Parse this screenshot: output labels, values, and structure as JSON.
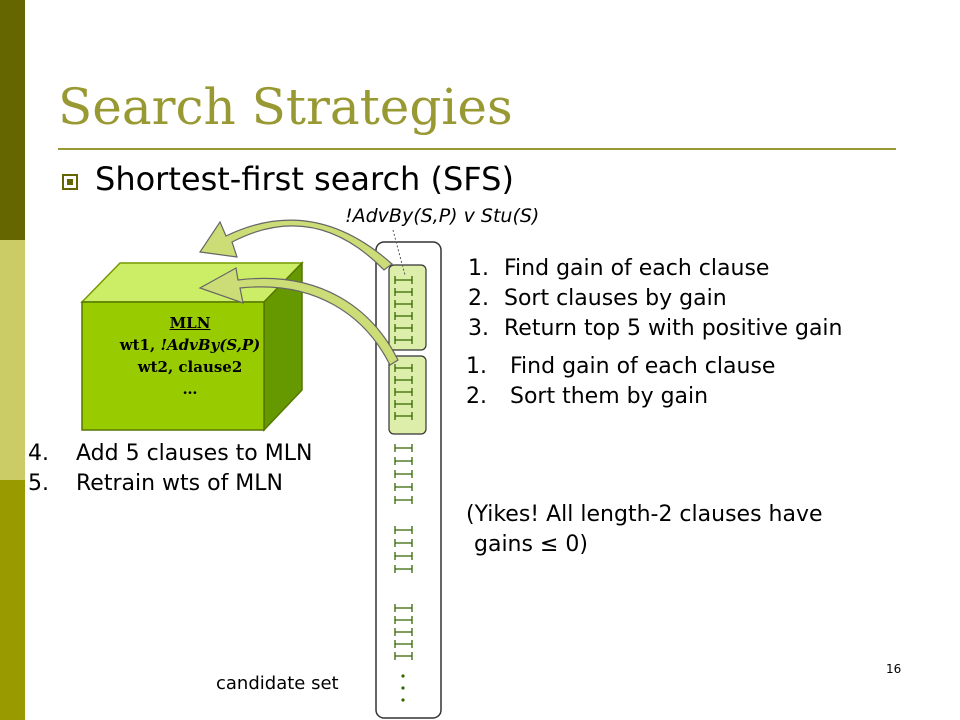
{
  "slide": {
    "title": "Search Strategies",
    "subtitle": "Shortest-first search (SFS)",
    "formula": "!AdvBy(S,P) v Stu(S)",
    "steps_a": [
      {
        "num": "1.",
        "text": "Find gain of each clause"
      },
      {
        "num": "2.",
        "text": "Sort clauses by gain"
      },
      {
        "num": "3.",
        "text": "Return top 5 with positive gain"
      }
    ],
    "steps_b": [
      {
        "num": "1.",
        "text": "Find gain of each clause"
      },
      {
        "num": "2.",
        "text": "Sort them by gain"
      }
    ],
    "steps_c": [
      {
        "num": "4.",
        "text": "Add 5 clauses to MLN"
      },
      {
        "num": "5.",
        "text": "Retrain wts of MLN"
      }
    ],
    "yikes_line1": "(Yikes! All length-2 clauses have",
    "yikes_line2": "gains ≤ 0)",
    "cube": {
      "title": "MLN",
      "line1_prefix": "wt1, ",
      "line1_formula": "!AdvBy(S,P)",
      "line2": "wt2, clause2",
      "line3": "…"
    },
    "candidate_label": "candidate set",
    "page_number": "16"
  },
  "colors": {
    "accent": "#999933",
    "cube_front": "#99cc00",
    "arrow": "#ccdd77",
    "clause_marks": "#336600"
  }
}
